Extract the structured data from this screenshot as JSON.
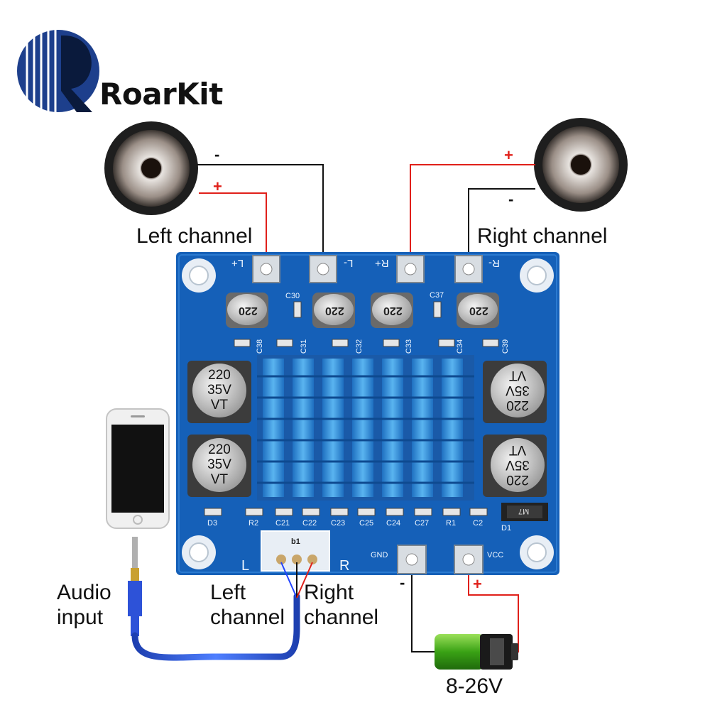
{
  "brand": {
    "name": "RoarKit",
    "logo_icon": "roarkit-logo"
  },
  "speakers": {
    "left": {
      "label": "Left channel",
      "minus": "-",
      "plus": "+"
    },
    "right": {
      "label": "Right channel",
      "minus": "-",
      "plus": "+"
    }
  },
  "board": {
    "terminals": {
      "l_plus": "L+",
      "l_minus": "L-",
      "r_plus": "R+",
      "r_minus": "R-",
      "gnd": "GND",
      "vcc": "VCC"
    },
    "input_header": {
      "name": "b1",
      "left": "L",
      "right": "R"
    },
    "small_caps": {
      "cap_value": "220"
    },
    "big_caps": {
      "line1": "220",
      "line2": "35V",
      "line3": "VT"
    },
    "refs": {
      "c30": "C30",
      "c37": "C37",
      "c38": "C38",
      "c31": "C31",
      "c32": "C32",
      "c33": "C33",
      "c34": "C34",
      "c39": "C39",
      "d3": "D3",
      "r2": "R2",
      "c21": "C21",
      "c22": "C22",
      "c23": "C23",
      "c25": "C25",
      "c24": "C24",
      "c27": "C27",
      "r1": "R1",
      "c2": "C2",
      "d1": "D1",
      "m7": "M7"
    }
  },
  "audio": {
    "input_line1": "Audio",
    "input_line2": "input",
    "left_line1": "Left",
    "left_line2": "channel",
    "right_line1": "Right",
    "right_line2": "channel"
  },
  "power": {
    "minus": "-",
    "plus": "+",
    "voltage": "8-26V"
  },
  "colors": {
    "pcb": "#1560b8",
    "heatsink": "#2d8fd8",
    "positive_wire": "#e0201a",
    "negative_wire": "#111111",
    "battery_green": "#59c21c"
  }
}
